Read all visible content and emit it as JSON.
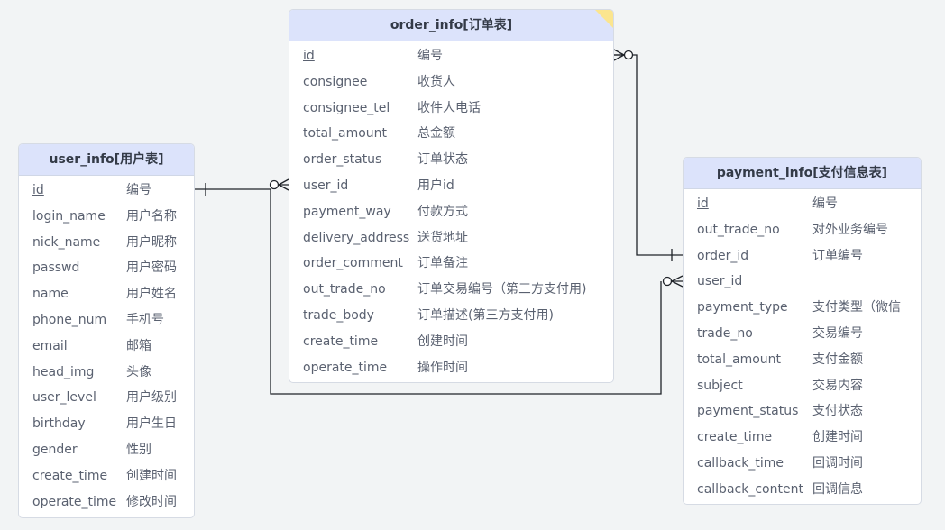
{
  "tables": {
    "user_info": {
      "title": "user_info[用户表]",
      "rows": [
        {
          "field": "id",
          "comment": "编号"
        },
        {
          "field": "login_name",
          "comment": "用户名称"
        },
        {
          "field": "nick_name",
          "comment": "用户昵称"
        },
        {
          "field": "passwd",
          "comment": "用户密码"
        },
        {
          "field": "name",
          "comment": "用户姓名"
        },
        {
          "field": "phone_num",
          "comment": "手机号"
        },
        {
          "field": "email",
          "comment": "邮箱"
        },
        {
          "field": "head_img",
          "comment": "头像"
        },
        {
          "field": "user_level",
          "comment": "用户级别"
        },
        {
          "field": "birthday",
          "comment": "用户生日"
        },
        {
          "field": "gender",
          "comment": "性别"
        },
        {
          "field": "create_time",
          "comment": "创建时间"
        },
        {
          "field": "operate_time",
          "comment": "修改时间"
        }
      ]
    },
    "order_info": {
      "title": "order_info[订单表]",
      "rows": [
        {
          "field": "id",
          "comment": "编号"
        },
        {
          "field": "consignee",
          "comment": "收货人"
        },
        {
          "field": "consignee_tel",
          "comment": "收件人电话"
        },
        {
          "field": "total_amount",
          "comment": "总金额"
        },
        {
          "field": "order_status",
          "comment": "订单状态"
        },
        {
          "field": "user_id",
          "comment": "用户id"
        },
        {
          "field": "payment_way",
          "comment": "付款方式"
        },
        {
          "field": "delivery_address",
          "comment": "送货地址"
        },
        {
          "field": "order_comment",
          "comment": "订单备注"
        },
        {
          "field": "out_trade_no",
          "comment": "订单交易编号（第三方支付用)"
        },
        {
          "field": "trade_body",
          "comment": "订单描述(第三方支付用)"
        },
        {
          "field": "create_time",
          "comment": "创建时间"
        },
        {
          "field": "operate_time",
          "comment": "操作时间"
        }
      ]
    },
    "payment_info": {
      "title": "payment_info[支付信息表]",
      "rows": [
        {
          "field": "id",
          "comment": "编号"
        },
        {
          "field": "out_trade_no",
          "comment": "对外业务编号"
        },
        {
          "field": "order_id",
          "comment": "订单编号"
        },
        {
          "field": "user_id",
          "comment": ""
        },
        {
          "field": "payment_type",
          "comment": "支付类型（微信"
        },
        {
          "field": "trade_no",
          "comment": "交易编号"
        },
        {
          "field": "total_amount",
          "comment": "支付金额"
        },
        {
          "field": "subject",
          "comment": "交易内容"
        },
        {
          "field": "payment_status",
          "comment": "支付状态"
        },
        {
          "field": "create_time",
          "comment": "创建时间"
        },
        {
          "field": "callback_time",
          "comment": "回调时间"
        },
        {
          "field": "callback_content",
          "comment": "回调信息"
        }
      ]
    }
  },
  "colors": {
    "background": "#f2f4f5",
    "header": "#dce3fb",
    "header_text": "#333a47",
    "body_text": "#5a6170",
    "connector": "#1f2329",
    "note_corner": "#fbe58e"
  }
}
